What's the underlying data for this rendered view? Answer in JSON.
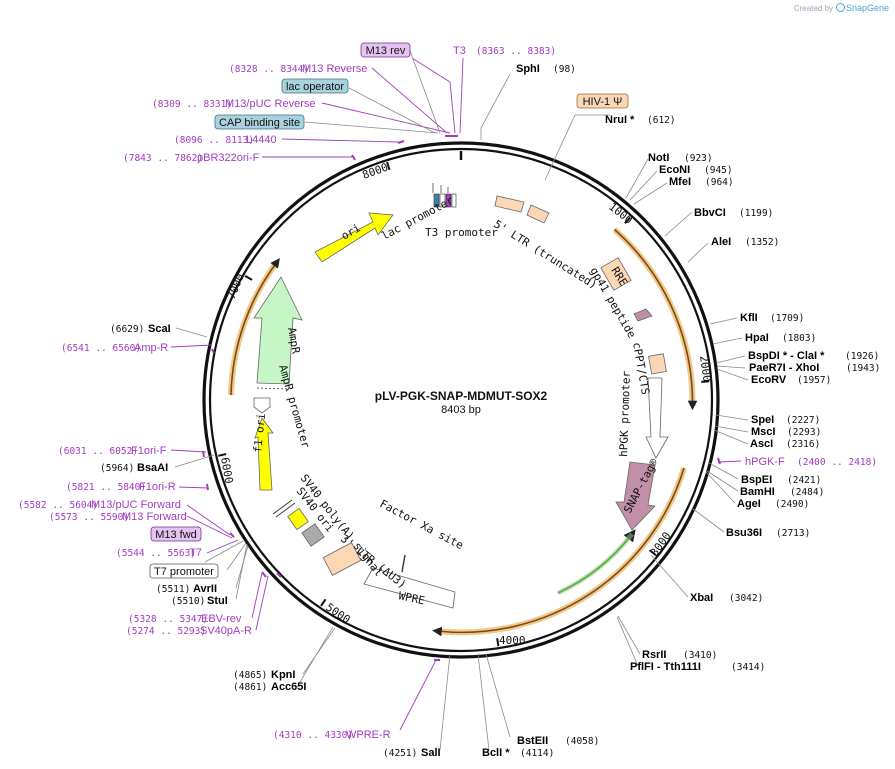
{
  "plasmid": {
    "name": "pLV-PGK-SNAP-MDMUT-SOX2",
    "length_label": "8403 bp",
    "total_bp": 8403
  },
  "watermark": {
    "created_by": "Created by",
    "brand": "SnapGene"
  },
  "ticks": [
    {
      "bp": 1000,
      "label": "1000"
    },
    {
      "bp": 2000,
      "label": "2000"
    },
    {
      "bp": 3000,
      "label": "3000"
    },
    {
      "bp": 4000,
      "label": "4000"
    },
    {
      "bp": 5000,
      "label": "5000"
    },
    {
      "bp": 6000,
      "label": "6000"
    },
    {
      "bp": 7000,
      "label": "7000"
    },
    {
      "bp": 8000,
      "label": "8000"
    }
  ],
  "enzymes": [
    {
      "name": "SphI",
      "pos": "(98)",
      "bp": 98
    },
    {
      "name": "NruI *",
      "pos": "(612)",
      "bp": 612
    },
    {
      "name": "NotI",
      "pos": "(923)",
      "bp": 923
    },
    {
      "name": "EcoNI",
      "pos": "(945)",
      "bp": 945
    },
    {
      "name": "MfeI",
      "pos": "(964)",
      "bp": 964
    },
    {
      "name": "BbvCI",
      "pos": "(1199)",
      "bp": 1199
    },
    {
      "name": "AleI",
      "pos": "(1352)",
      "bp": 1352
    },
    {
      "name": "KflI",
      "pos": "(1709)",
      "bp": 1709
    },
    {
      "name": "HpaI",
      "pos": "(1803)",
      "bp": 1803
    },
    {
      "name": "BspDI * - ClaI *",
      "pos": "(1926)",
      "bp": 1926
    },
    {
      "name": "PaeR7I - XhoI",
      "pos": "(1943)",
      "bp": 1943
    },
    {
      "name": "EcoRV",
      "pos": "(1957)",
      "bp": 1957
    },
    {
      "name": "SpeI",
      "pos": "(2227)",
      "bp": 2227
    },
    {
      "name": "MscI",
      "pos": "(2293)",
      "bp": 2293
    },
    {
      "name": "AscI",
      "pos": "(2316)",
      "bp": 2316
    },
    {
      "name": "BspEI",
      "pos": "(2421)",
      "bp": 2421
    },
    {
      "name": "BamHI",
      "pos": "(2484)",
      "bp": 2484
    },
    {
      "name": "AgeI",
      "pos": "(2490)",
      "bp": 2490
    },
    {
      "name": "Bsu36I",
      "pos": "(2713)",
      "bp": 2713
    },
    {
      "name": "XbaI",
      "pos": "(3042)",
      "bp": 3042
    },
    {
      "name": "RsrII",
      "pos": "(3410)",
      "bp": 3410
    },
    {
      "name": "PflFI - Tth111I",
      "pos": "(3414)",
      "bp": 3414
    },
    {
      "name": "BstEII",
      "pos": "(4058)",
      "bp": 4058
    },
    {
      "name": "BclI *",
      "pos": "(4114)",
      "bp": 4114
    },
    {
      "name": "SalI",
      "pos": "(4251)",
      "bp": 4251
    },
    {
      "name": "Acc65I",
      "pos": "(4861)",
      "bp": 4861
    },
    {
      "name": "KpnI",
      "pos": "(4865)",
      "bp": 4865
    },
    {
      "name": "StuI",
      "pos": "(5510)",
      "bp": 5510
    },
    {
      "name": "AvrII",
      "pos": "(5511)",
      "bp": 5511
    },
    {
      "name": "BsaAI",
      "pos": "(5964)",
      "bp": 5964
    },
    {
      "name": "ScaI",
      "pos": "(6629)",
      "bp": 6629
    }
  ],
  "primers": [
    {
      "name": "T3",
      "range": "(8363 .. 8383)",
      "bp": 8373
    },
    {
      "name": "M13 Reverse",
      "range": "(8328 .. 8344)",
      "bp": 8336
    },
    {
      "name": "M13/pUC Reverse",
      "range": "(8309 .. 8331)",
      "bp": 8320
    },
    {
      "name": "L4440",
      "range": "(8096 .. 8113)",
      "bp": 8104
    },
    {
      "name": "pBR322ori-F",
      "range": "(7843 .. 7862)",
      "bp": 7852
    },
    {
      "name": "Amp-R",
      "range": "(6541 .. 6560)",
      "bp": 6550
    },
    {
      "name": "F1ori-F",
      "range": "(6031 .. 6052)",
      "bp": 6041
    },
    {
      "name": "F1ori-R",
      "range": "(5821 .. 5840)",
      "bp": 5830
    },
    {
      "name": "M13/pUC Forward",
      "range": "(5582 .. 5604)",
      "bp": 5593
    },
    {
      "name": "M13 Forward",
      "range": "(5573 .. 5590)",
      "bp": 5581
    },
    {
      "name": "T7",
      "range": "(5544 .. 5563)",
      "bp": 5553
    },
    {
      "name": "EBV-rev",
      "range": "(5328 .. 5347)",
      "bp": 5337
    },
    {
      "name": "SV40pA-R",
      "range": "(5274 .. 5293)",
      "bp": 5283
    },
    {
      "name": "WPRE-R",
      "range": "(4310 .. 4330)",
      "bp": 4320
    },
    {
      "name": "hPGK-F",
      "range": "(2400 .. 2418)",
      "bp": 2409
    }
  ],
  "boxed_labels": [
    {
      "name": "M13 rev",
      "style": "primer"
    },
    {
      "name": "lac operator",
      "style": "blue"
    },
    {
      "name": "CAP binding site",
      "style": "blue"
    },
    {
      "name": "HIV-1 Ψ",
      "style": "peach"
    },
    {
      "name": "M13 fwd",
      "style": "primer"
    },
    {
      "name": "T7 promoter",
      "style": "plain"
    }
  ],
  "features": [
    {
      "name": "5' LTR (truncated)"
    },
    {
      "name": "RRE"
    },
    {
      "name": "gp41 peptide"
    },
    {
      "name": "cPPT/CTS"
    },
    {
      "name": "hPGK promoter"
    },
    {
      "name": "SNAP-tag®"
    },
    {
      "name": "Factor Xa site"
    },
    {
      "name": "WPRE"
    },
    {
      "name": "3' LTR (ΔU3)"
    },
    {
      "name": "SV40 poly(A) signal"
    },
    {
      "name": "SV40 ori"
    },
    {
      "name": "f1 ori"
    },
    {
      "name": "AmpR promoter"
    },
    {
      "name": "AmpR"
    },
    {
      "name": "ori"
    },
    {
      "name": "lac promoter"
    },
    {
      "name": "T3 promoter"
    }
  ],
  "colors": {
    "backbone": "#111111",
    "primer": "#a23cbf",
    "primer_box_fill": "#e3c3ef",
    "blue_box_fill": "#a9d3dc",
    "peach_fill": "#fbd7b5",
    "orange_track": "#e8a04a",
    "ori_yellow": "#ffff00",
    "ampr_green": "#c6f5c6",
    "snap_fill": "#c28fa8",
    "cds_green": "#2e8b22"
  }
}
